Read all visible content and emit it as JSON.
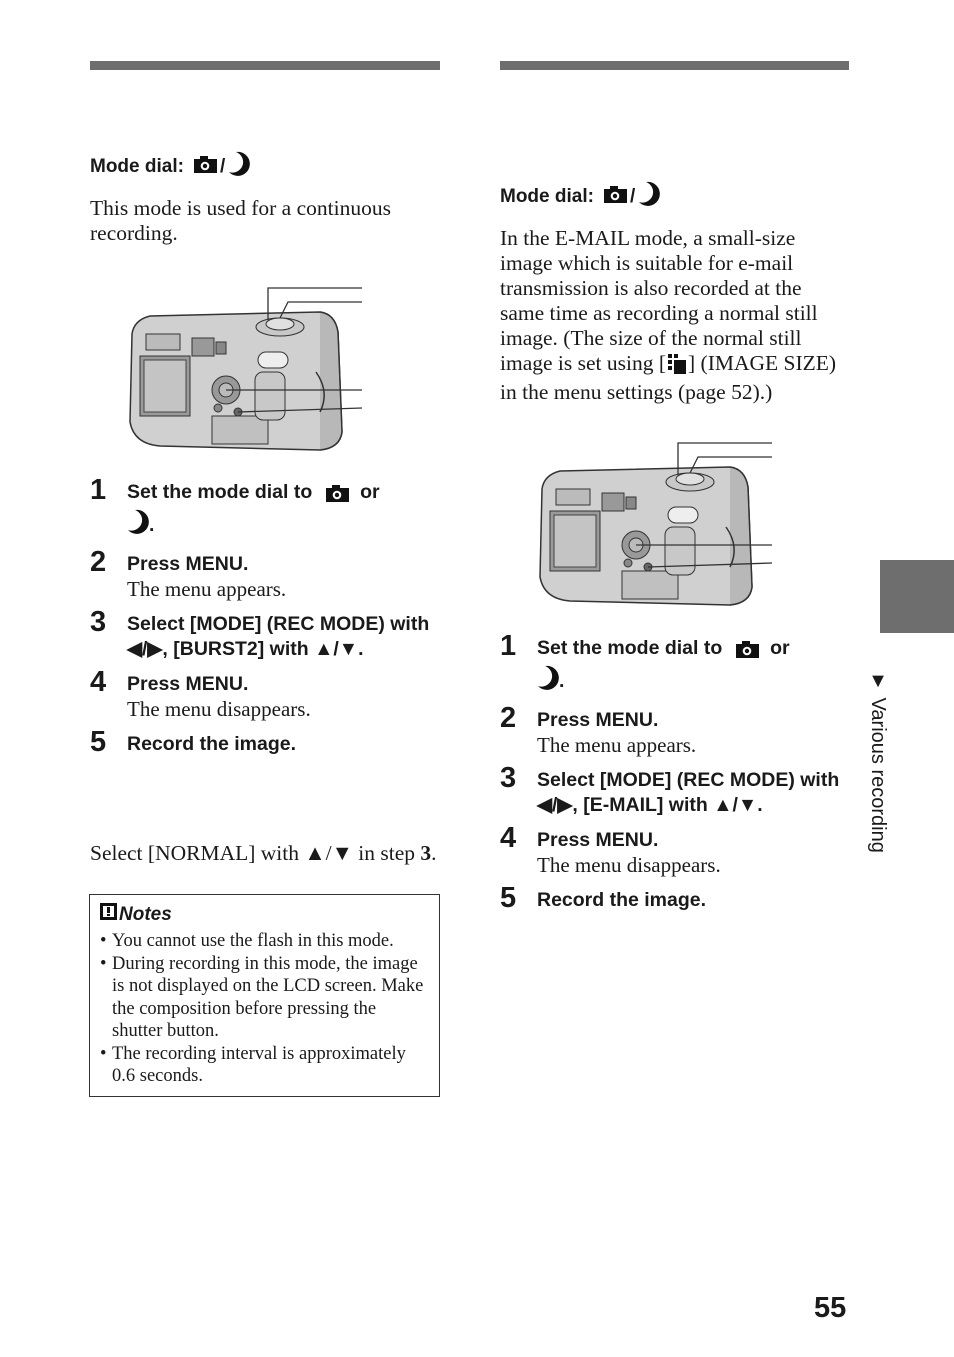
{
  "left": {
    "mode_dial_label": "Mode dial:",
    "mode_dial_slash": "/",
    "intro": "This mode is used for a continuous recording.",
    "steps": [
      {
        "num": "1",
        "text": "Set the mode dial to",
        "text_or": "or",
        "text_end": ".",
        "sub": ""
      },
      {
        "num": "2",
        "text": "Press MENU.",
        "sub": "The menu appears."
      },
      {
        "num": "3",
        "text": "Select [MODE] (REC MODE) with ◀/▶, [BURST2] with ▲/▼.",
        "sub": ""
      },
      {
        "num": "4",
        "text": "Press MENU.",
        "sub": "The menu disappears."
      },
      {
        "num": "5",
        "text": "Record the image.",
        "sub": ""
      }
    ],
    "return_text": "Select [NORMAL] with ▲/▼ in step",
    "return_step": "3",
    "return_end": ".",
    "notes_title": "Notes",
    "notes": [
      "You cannot use the flash in this mode.",
      "During recording in this mode, the image is not displayed on the LCD screen. Make the composition before pressing the shutter button.",
      "The recording interval is approximately 0.6 seconds."
    ]
  },
  "right": {
    "mode_dial_label": "Mode dial:",
    "mode_dial_slash": "/",
    "intro_a": "In the E-MAIL mode, a small-size image which is suitable for e-mail transmission is also recorded at the same time as recording a normal still image. (The size of the normal still image is set using [",
    "intro_b": "] (IMAGE SIZE) in the menu settings (page 52).)",
    "steps": [
      {
        "num": "1",
        "text": "Set the mode dial to",
        "text_or": "or",
        "text_end": ".",
        "sub": ""
      },
      {
        "num": "2",
        "text": "Press MENU.",
        "sub": "The menu appears."
      },
      {
        "num": "3",
        "text": "Select [MODE] (REC MODE) with ◀/▶, [E-MAIL] with ▲/▼.",
        "sub": ""
      },
      {
        "num": "4",
        "text": "Press MENU.",
        "sub": "The menu disappears."
      },
      {
        "num": "5",
        "text": "Record the image.",
        "sub": ""
      }
    ]
  },
  "side_label": "▼ Various recording",
  "page_number": "55",
  "icons": [
    "camera-icon",
    "moon-icon",
    "image-size-icon",
    "notes-icon"
  ]
}
